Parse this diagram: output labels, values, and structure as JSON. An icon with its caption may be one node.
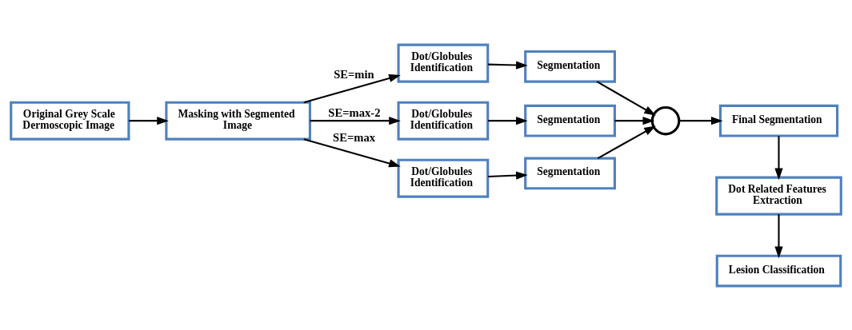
{
  "diagram": {
    "nodes": [
      {
        "text": [
          "Original Grey Scale Dermoscopic Image"
        ]
      },
      {
        "text": [
          "Masking with Segmented Image"
        ]
      },
      {
        "text": [
          "Dot/Globules Identification"
        ]
      },
      {
        "text": [
          "Segmentation"
        ]
      },
      {
        "text": [
          "Dot/Globules Identification"
        ]
      },
      {
        "text": [
          "Segmentation"
        ]
      },
      {
        "text": [
          "Dot/Globules Identification"
        ]
      },
      {
        "text": [
          "Segmentation"
        ]
      },
      {
        "text": [],
        "shape": "circle"
      },
      {
        "text": [
          "Final Segmentation"
        ]
      },
      {
        "text": [
          "Dot Related Features Extraction"
        ]
      },
      {
        "text": [
          "Lesion Classification"
        ]
      }
    ],
    "edges": [
      {
        "from": 0,
        "to": 1,
        "arrow": "to"
      },
      {
        "from": 1,
        "to": 2,
        "arrow": "to",
        "label": "SE=min"
      },
      {
        "from": 1,
        "to": 4,
        "arrow": "to",
        "label": "SE=max-2"
      },
      {
        "from": 1,
        "to": 6,
        "arrow": "to",
        "label": "SE=max"
      },
      {
        "from": 2,
        "to": 3,
        "arrow": "to"
      },
      {
        "from": 4,
        "to": 5,
        "arrow": "to"
      },
      {
        "from": 6,
        "to": 7,
        "arrow": "to"
      },
      {
        "from": 3,
        "to": 8,
        "arrow": "to"
      },
      {
        "from": 5,
        "to": 8,
        "arrow": "to"
      },
      {
        "from": 7,
        "to": 8,
        "arrow": "to"
      },
      {
        "from": 8,
        "to": 9,
        "arrow": "to"
      },
      {
        "from": 9,
        "to": 10,
        "arrow": "to"
      },
      {
        "from": 10,
        "to": 11,
        "arrow": "to"
      }
    ]
  }
}
